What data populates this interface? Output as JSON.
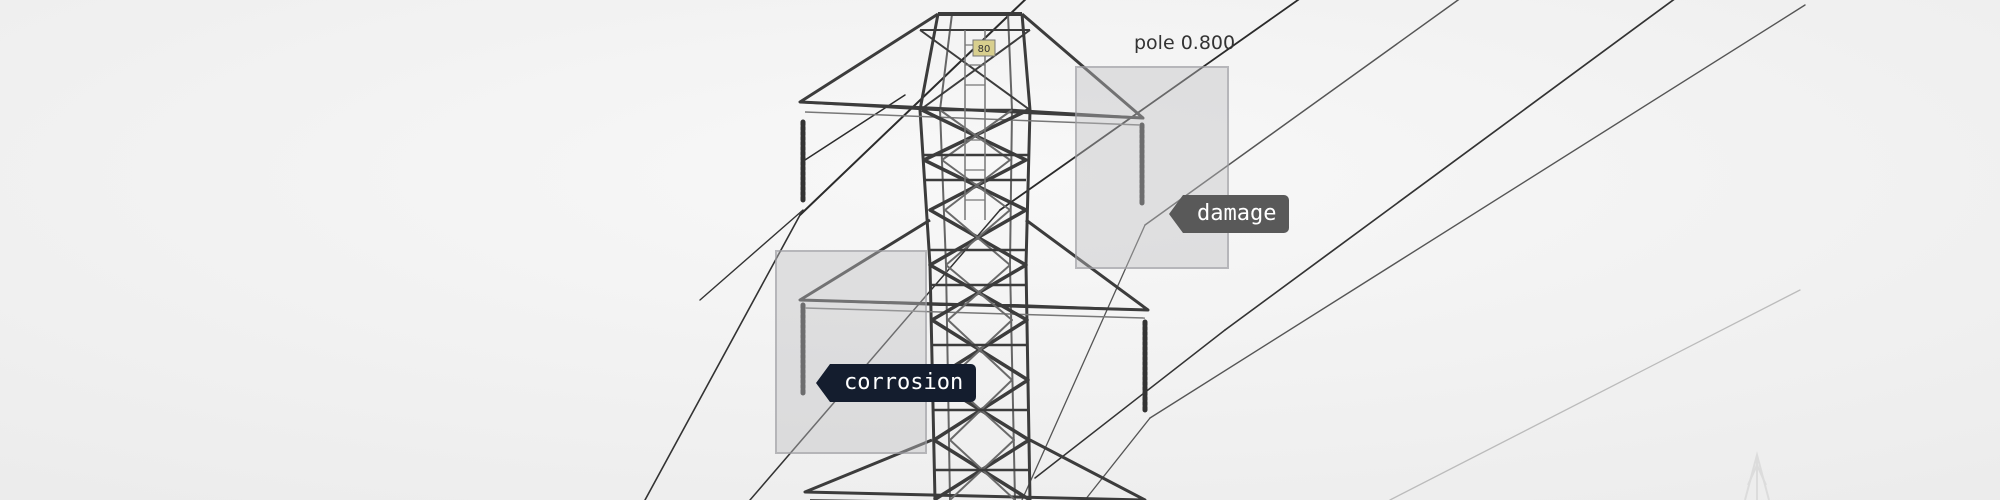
{
  "scene": {
    "subject": "steel lattice transmission tower with power lines",
    "sign_text": "80"
  },
  "detections": [
    {
      "label": "damage",
      "score_text": "pole 0.800"
    },
    {
      "label": "corrosion"
    }
  ],
  "colors": {
    "sky": "#f3f3f3",
    "tower_steel": "#3a3a3a",
    "corrosion_tag": "#141d2e",
    "damage_tag": "#595959"
  }
}
